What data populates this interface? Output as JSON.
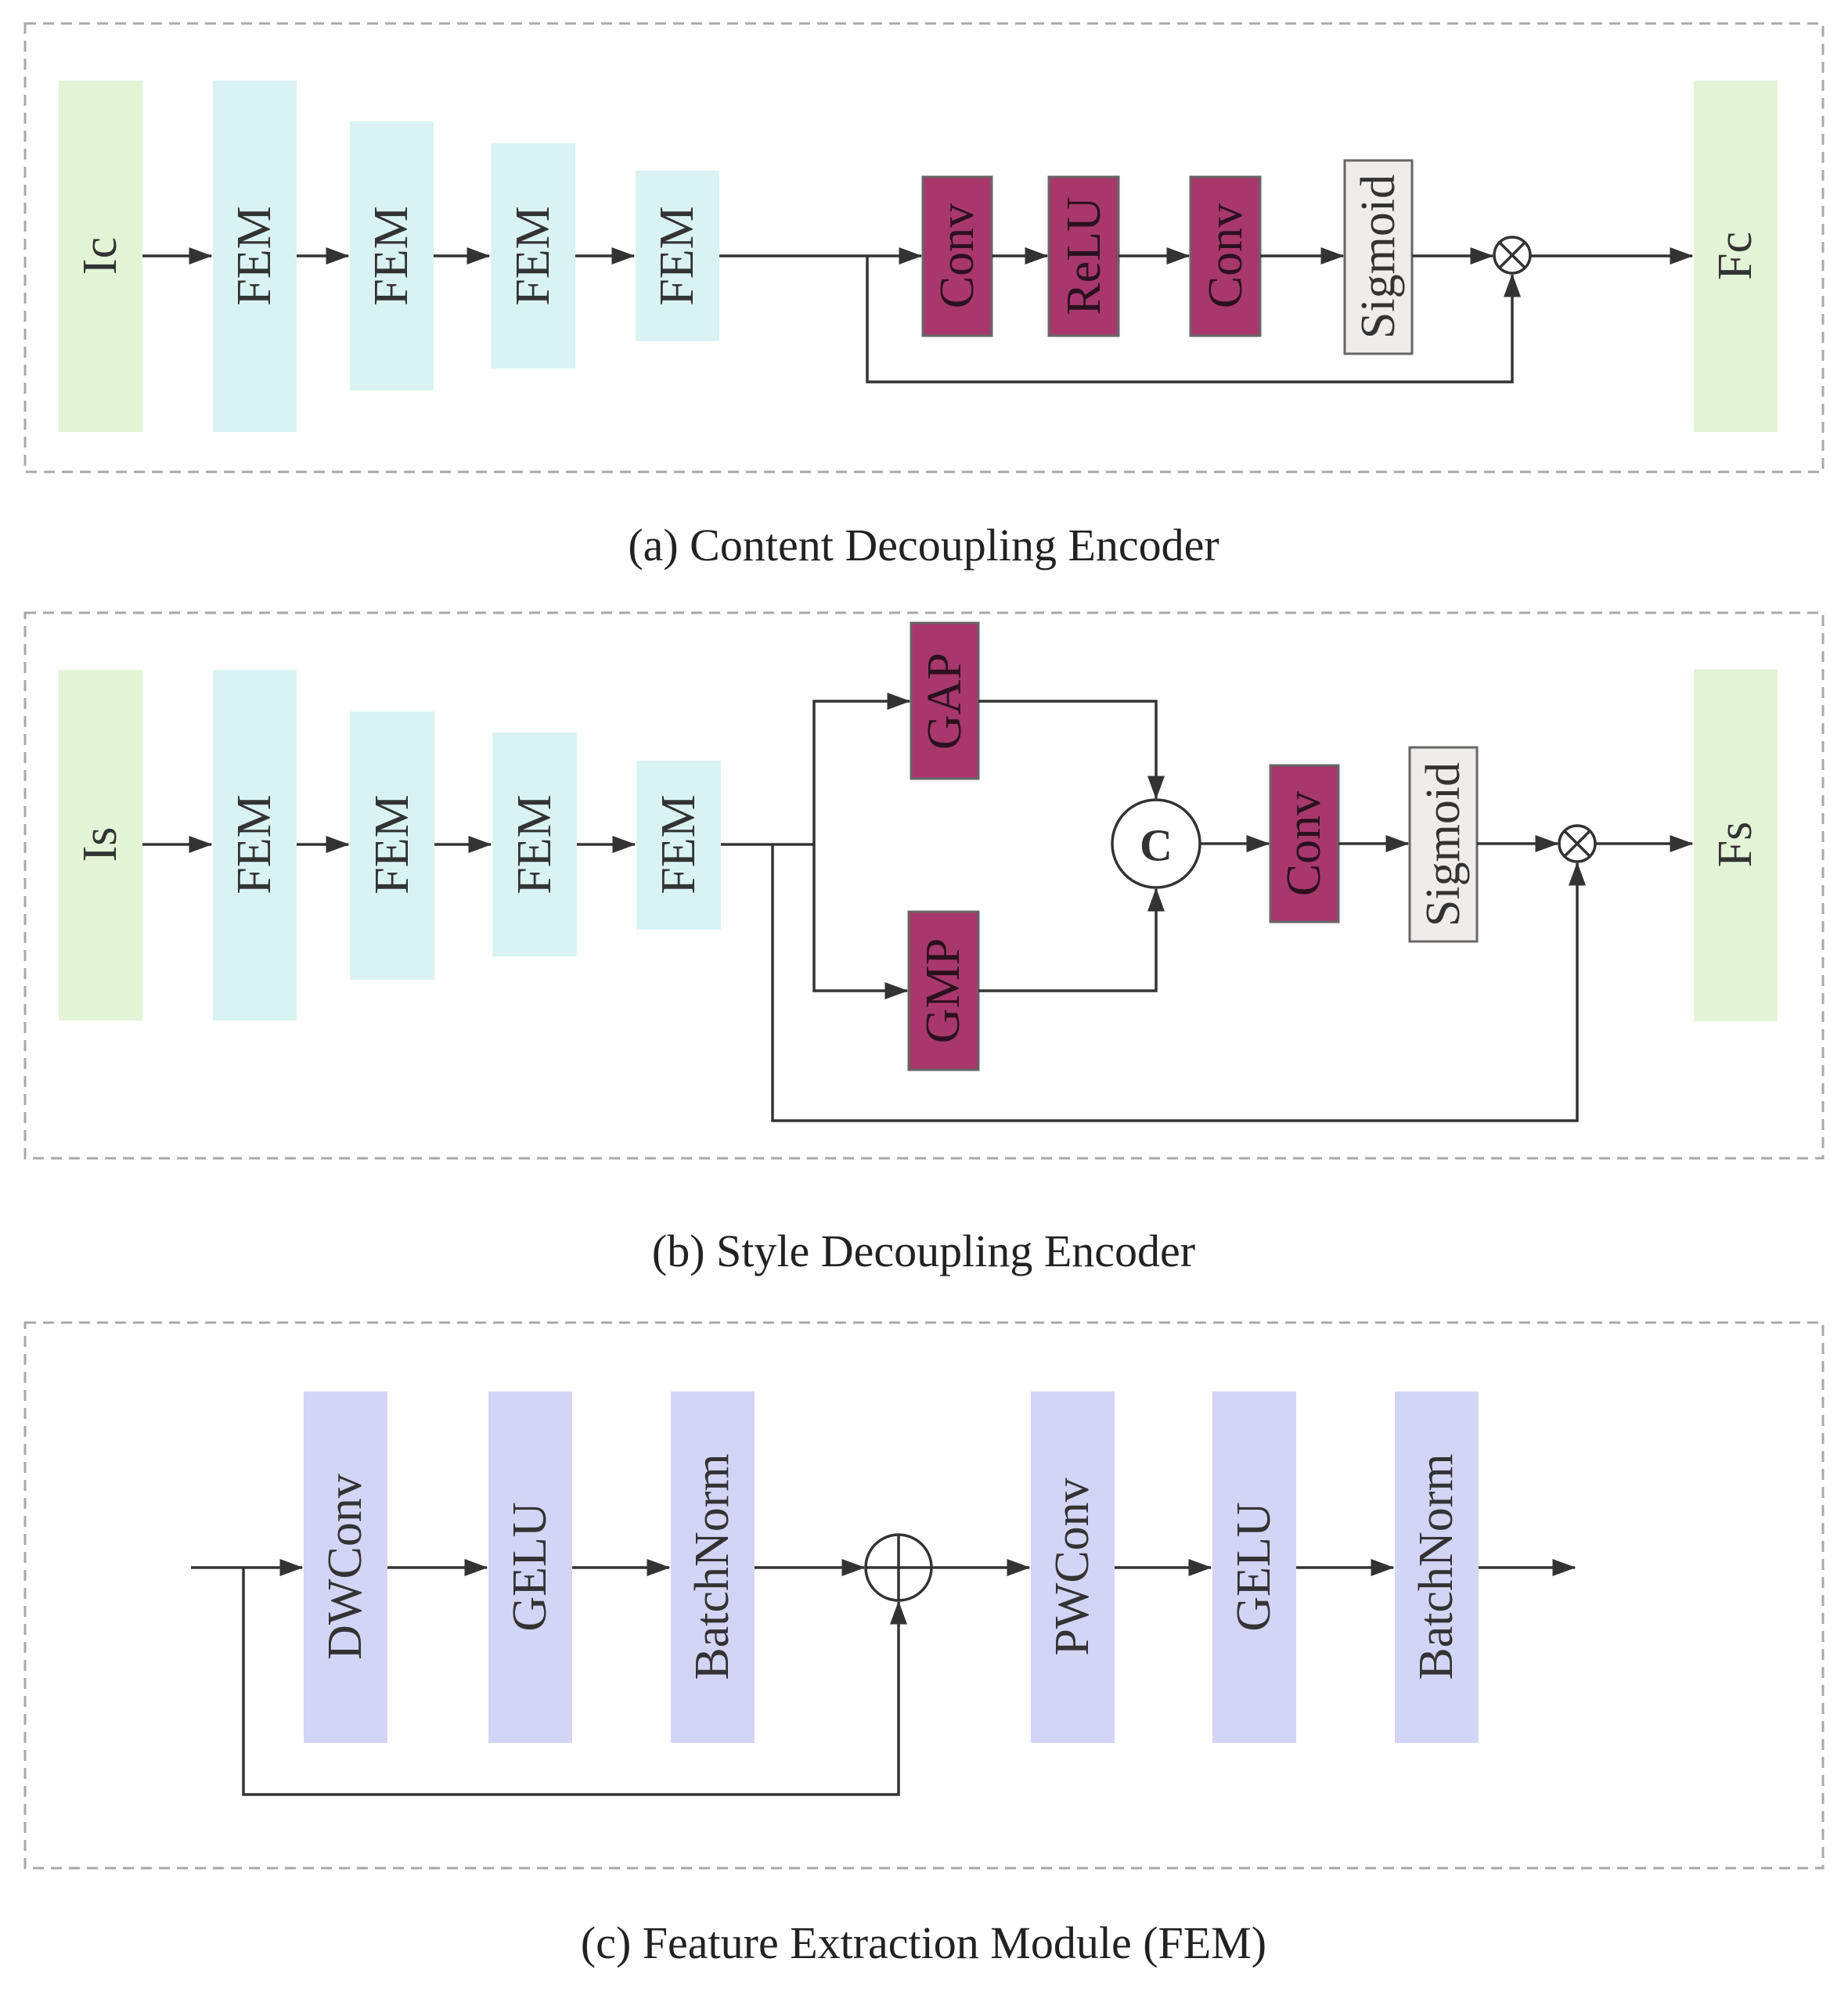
{
  "colors": {
    "io": "#e3f4d7",
    "fem": "#d9f3f3",
    "attention": "#a8386c",
    "sigmoid": "#efedeb",
    "fem_inner": "#d3d5f6",
    "frame": "#a8a8a8",
    "line": "#333333"
  },
  "panel_a": {
    "caption": "(a) Content Decoupling Encoder",
    "input": "Ic",
    "fem_labels": [
      "FEM",
      "FEM",
      "FEM",
      "FEM"
    ],
    "ops": [
      "Conv",
      "ReLU",
      "Conv"
    ],
    "sigmoid": "Sigmoid",
    "multiply_icon": "multiply-circle-icon",
    "output": "Fc"
  },
  "panel_b": {
    "caption": "(b) Style Decoupling Encoder",
    "input": "Is",
    "fem_labels": [
      "FEM",
      "FEM",
      "FEM",
      "FEM"
    ],
    "gap": "GAP",
    "gmp": "GMP",
    "concat": "C",
    "conv": "Conv",
    "sigmoid": "Sigmoid",
    "multiply_icon": "multiply-circle-icon",
    "output": "Fs"
  },
  "panel_c": {
    "caption": "(c) Feature Extraction Module (FEM)",
    "blocks": [
      "DWConv",
      "GELU",
      "BatchNorm",
      "PWConv",
      "GELU",
      "BatchNorm"
    ],
    "add_icon": "add-circle-icon"
  }
}
